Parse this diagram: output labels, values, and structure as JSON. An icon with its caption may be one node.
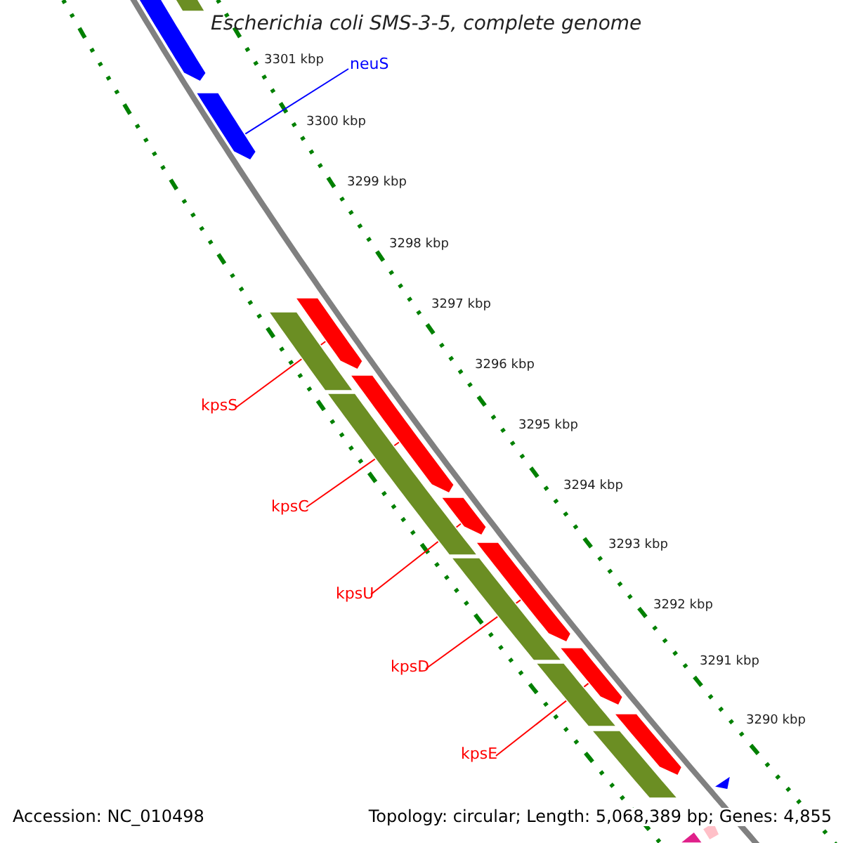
{
  "diagram": {
    "title": "Escherichia coli SMS-3-5, complete genome",
    "nodes": [
      {
        "text": [
          "neuS"
        ]
      },
      {
        "text": [
          "kpsS"
        ]
      },
      {
        "text": [
          "kpsC"
        ]
      },
      {
        "text": [
          "kpsU"
        ]
      },
      {
        "text": [
          "kpsD"
        ]
      },
      {
        "text": [
          "kpsE"
        ]
      },
      {
        "text": [],
        "shape": "arrow"
      },
      {
        "text": [],
        "shape": "arrow"
      },
      {
        "text": [],
        "shape": "bar"
      },
      {
        "text": [],
        "shape": "arrow"
      },
      {
        "text": [],
        "shape": "arrow"
      },
      {
        "text": [],
        "shape": "arrow"
      },
      {
        "text": [],
        "shape": "arrow"
      },
      {
        "text": [],
        "shape": "arrow"
      },
      {
        "text": [],
        "shape": "arrow"
      },
      {
        "text": [],
        "shape": "bar"
      },
      {
        "text": [],
        "shape": "bar"
      },
      {
        "text": [],
        "shape": "bar"
      },
      {
        "text": [],
        "shape": "bar"
      },
      {
        "text": [],
        "shape": "bar"
      },
      {
        "text": [],
        "shape": "arrow"
      },
      {
        "text": [],
        "shape": "arrow"
      },
      {
        "text": [],
        "shape": "arrow"
      }
    ],
    "edges": [
      {
        "from": 0,
        "to": 7,
        "arrow": "none",
        "color": "#0000ff"
      },
      {
        "from": 1,
        "to": 9,
        "arrow": "none"
      },
      {
        "from": 2,
        "to": 10,
        "arrow": "none"
      },
      {
        "from": 3,
        "to": 11,
        "arrow": "none"
      },
      {
        "from": 4,
        "to": 12,
        "arrow": "none"
      },
      {
        "from": 5,
        "to": 13,
        "arrow": "none"
      }
    ],
    "labels": [
      "3301 kbp",
      "3300 kbp",
      "3299 kbp",
      "3298 kbp",
      "3297 kbp",
      "3296 kbp",
      "3295 kbp",
      "3294 kbp",
      "3293 kbp",
      "3292 kbp",
      "3291 kbp",
      "3290 kbp",
      "Accession: NC_010498",
      "Topology: circular; Length: 5,068,389 bp; Genes: 4,855"
    ]
  }
}
